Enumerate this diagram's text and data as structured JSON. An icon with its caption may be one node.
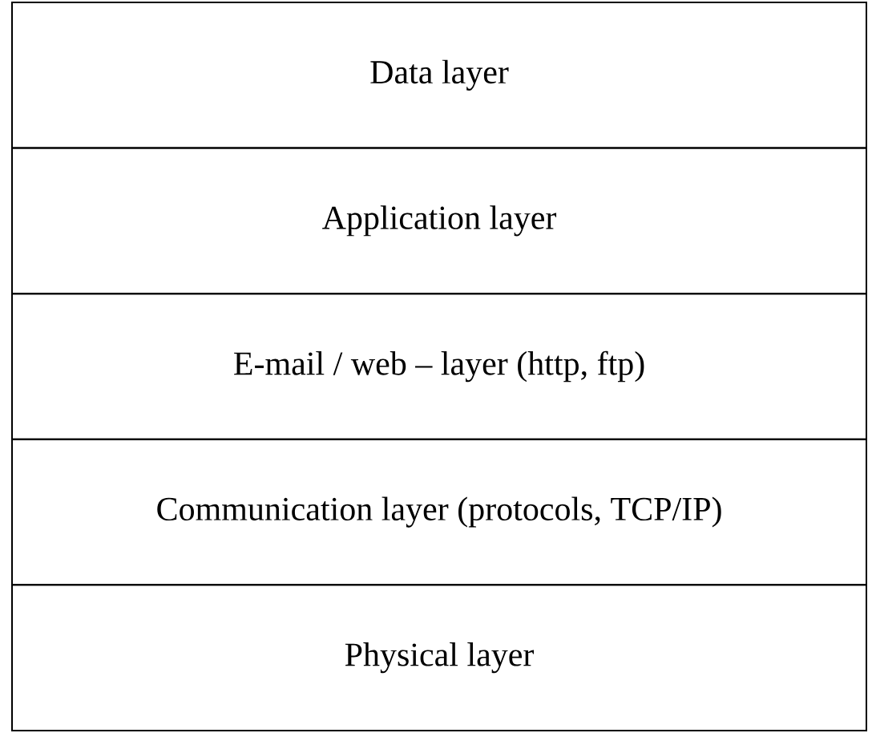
{
  "diagram": {
    "nodes": [
      {
        "text": [
          "Data layer"
        ]
      },
      {
        "text": [
          "Application layer"
        ]
      },
      {
        "text": [
          "E-mail / web – layer (http, ftp)"
        ]
      },
      {
        "text": [
          "Communication layer (protocols, TCP/IP)"
        ]
      },
      {
        "text": [
          "Physical layer"
        ]
      }
    ]
  }
}
